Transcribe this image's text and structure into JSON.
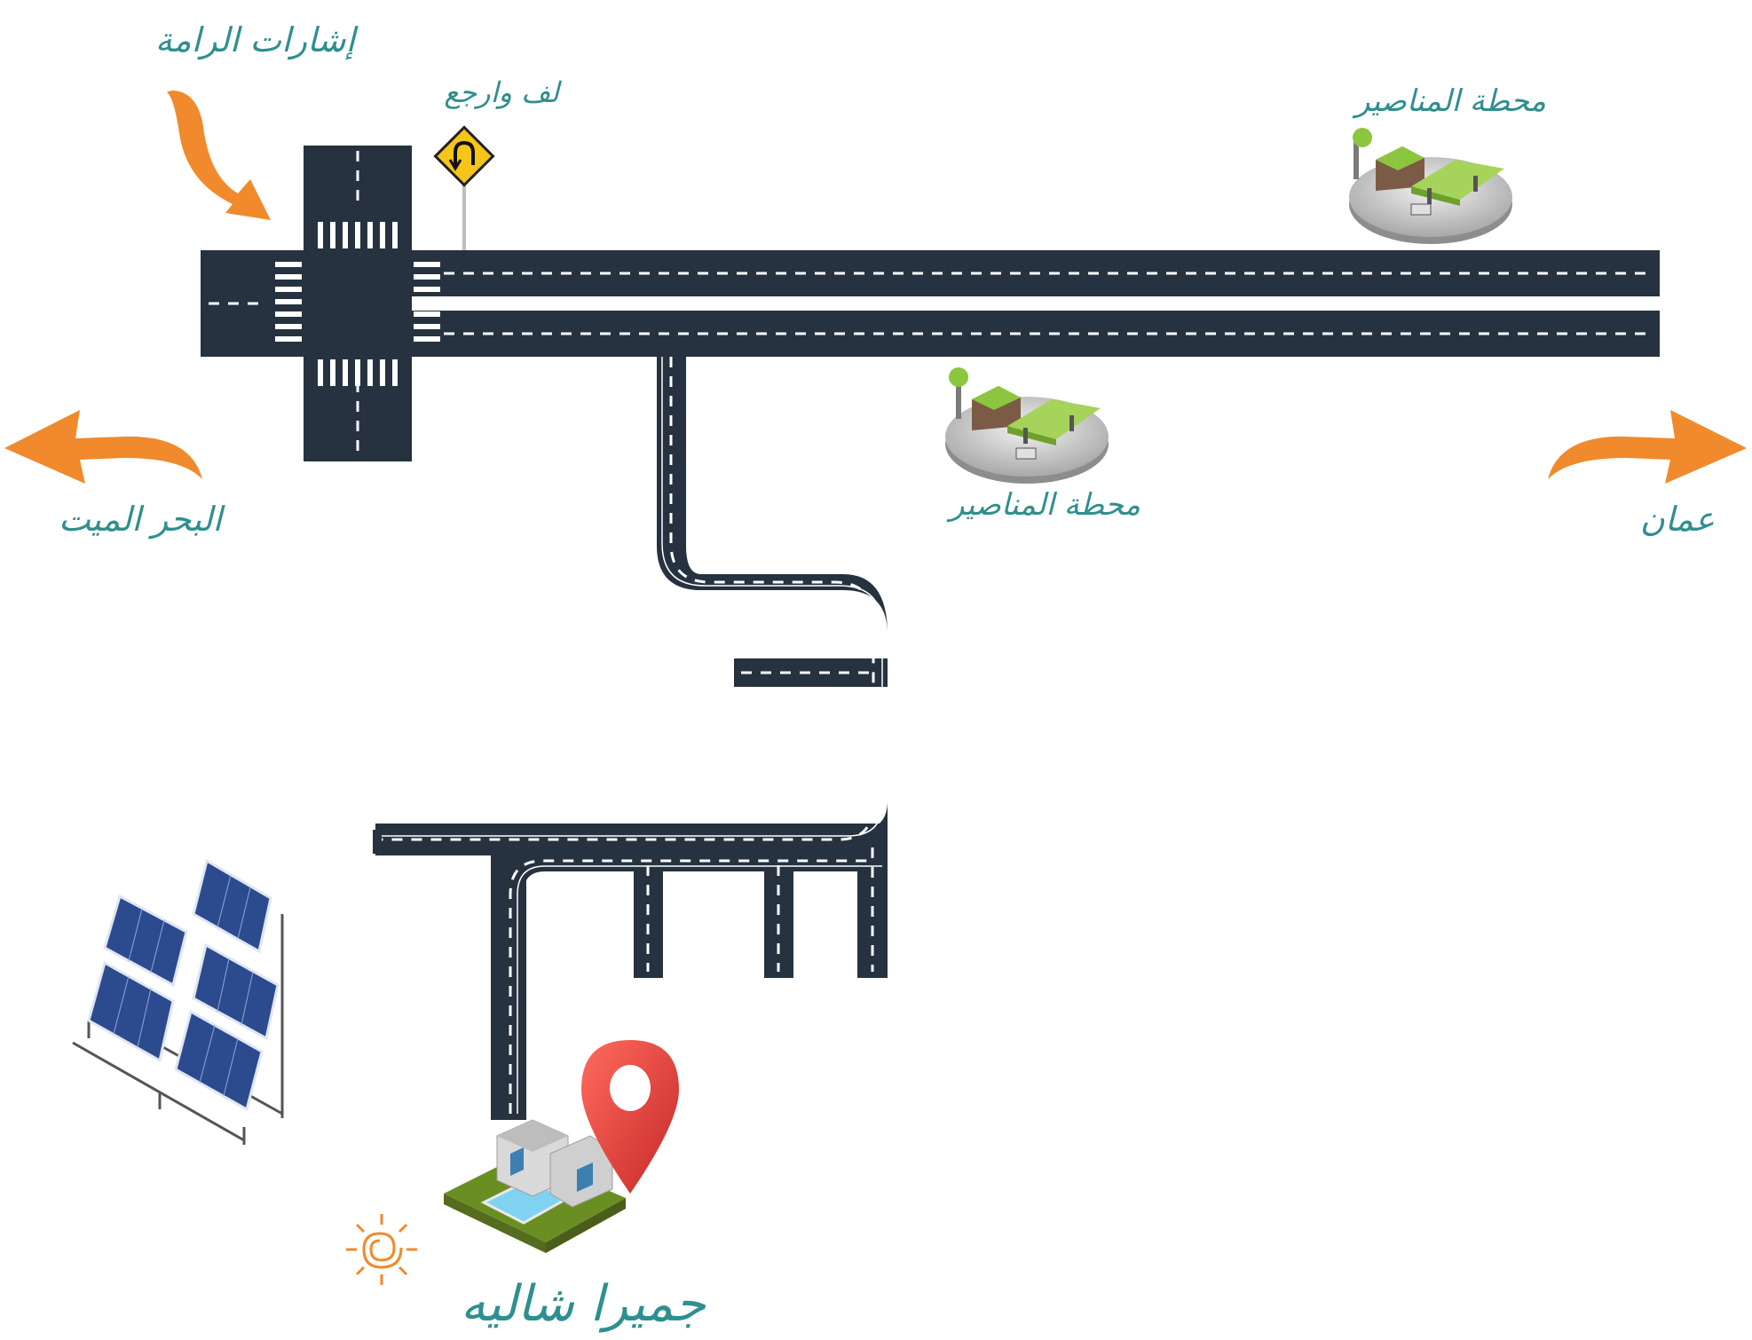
{
  "labels": {
    "traffic_lights": "إشارات الرامة",
    "u_turn": "لف وارجع",
    "station_top": "محطة المناصير",
    "station_mid": "محطة المناصير",
    "dead_sea": "البحر الميت",
    "amman": "عمان",
    "destination": "جميرا شاليه"
  },
  "icons": {
    "uturn_sign": "u-turn-sign-icon",
    "gas_station": "gas-station-icon",
    "location_pin": "location-pin-icon",
    "solar_panels": "solar-panels-icon",
    "sun_logo": "sun-spiral-icon",
    "villa": "villa-icon"
  },
  "colors": {
    "road": "#26323f",
    "lane_mark": "#ffffff",
    "label": "#2f8f8f",
    "arrow": "#f08a2c",
    "pin": "#e53935",
    "station_green": "#8cc63f",
    "sign_yellow": "#f5c518"
  }
}
